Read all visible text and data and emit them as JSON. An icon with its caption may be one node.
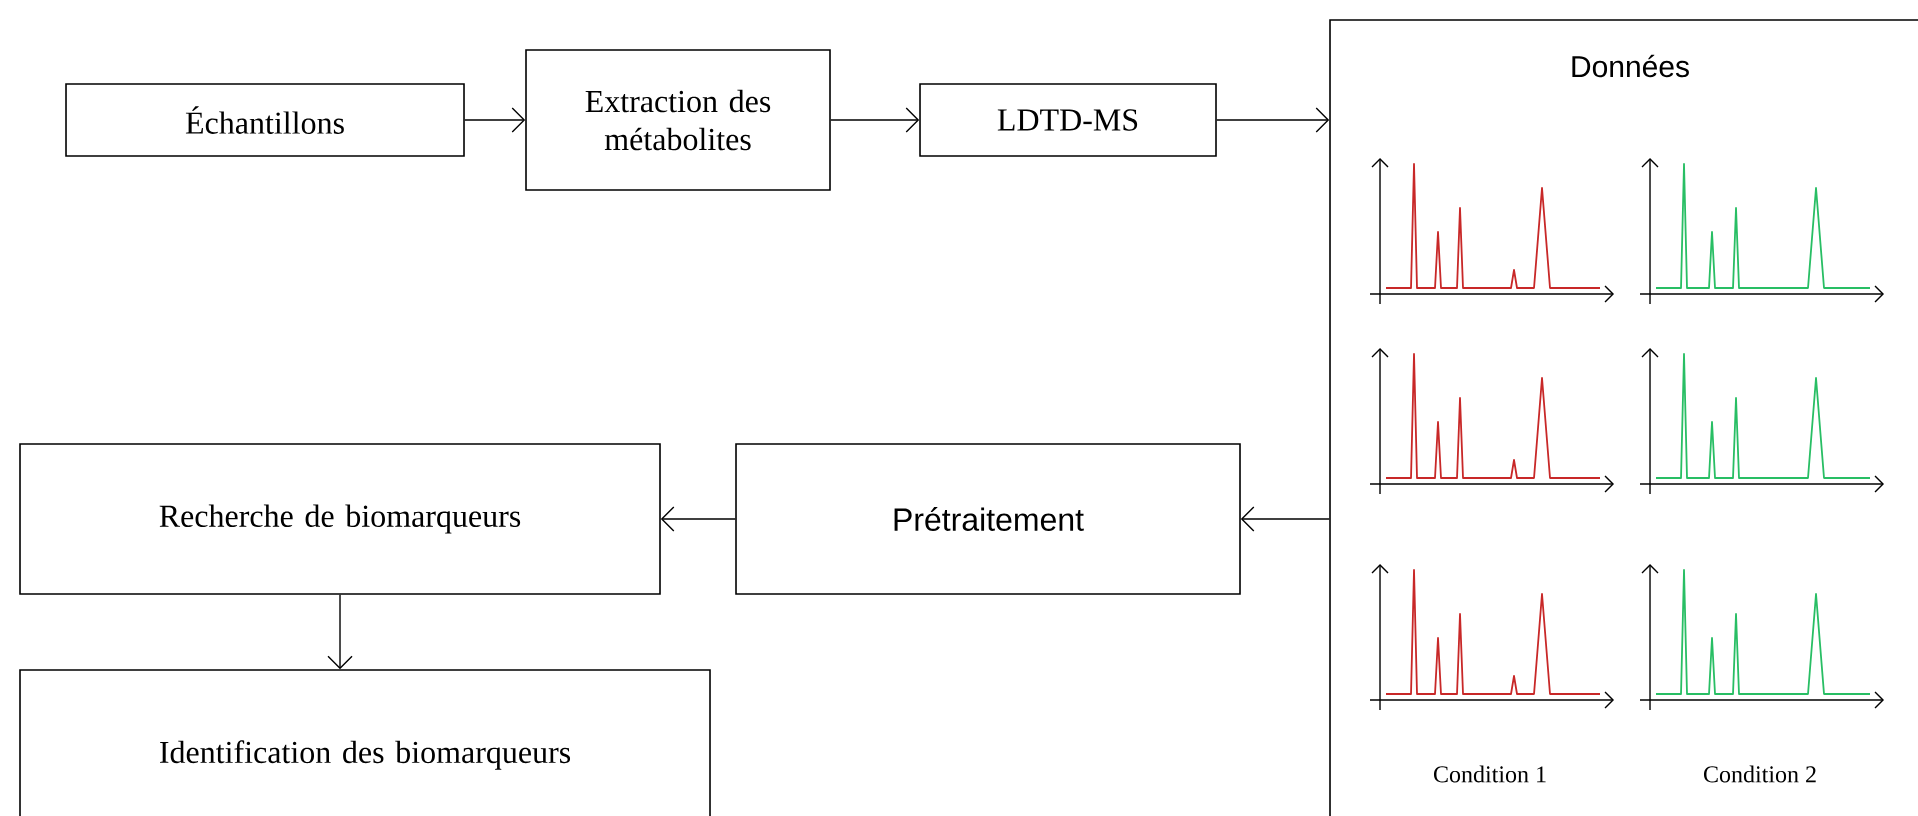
{
  "diagram": {
    "nodes": [
      {
        "text": [
          "Échantillons"
        ]
      },
      {
        "text": [
          "Extraction des métabolites"
        ]
      },
      {
        "text": [
          "LDTD-MS"
        ]
      },
      {
        "text": [
          "Données",
          "Condition 1",
          "Condition 2"
        ]
      },
      {
        "text": [
          "Prétraitement"
        ]
      },
      {
        "text": [
          "Recherche de biomarqueurs"
        ]
      },
      {
        "text": [
          "Identification des biomarqueurs"
        ]
      }
    ],
    "edges": [
      {
        "from": 0,
        "to": 1,
        "arrow": "to"
      },
      {
        "from": 1,
        "to": 2,
        "arrow": "to"
      },
      {
        "from": 2,
        "to": 3,
        "arrow": "to"
      },
      {
        "from": 3,
        "to": 4,
        "arrow": "to"
      },
      {
        "from": 4,
        "to": 5,
        "arrow": "to"
      },
      {
        "from": 5,
        "to": 6,
        "arrow": "to"
      }
    ]
  }
}
